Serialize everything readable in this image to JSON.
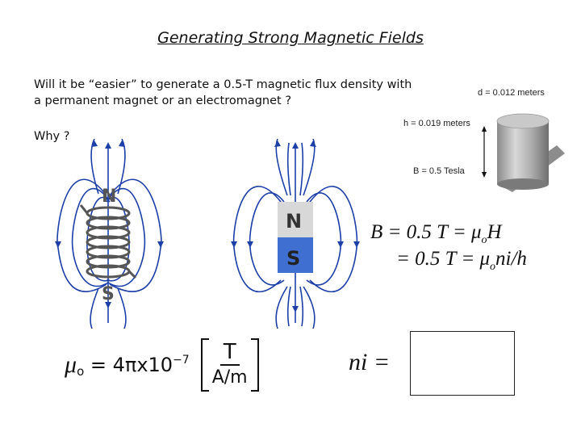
{
  "slide": {
    "title": "Generating Strong Magnetic Fields",
    "question": "Will it be “easier” to generate a 0.5-T magnetic flux density with a permanent magnet or an electromagnet ?",
    "why": "Why ?"
  },
  "coil_diagram": {
    "north_label": "N",
    "south_label": "S"
  },
  "magnet_diagram": {
    "north_label": "N",
    "south_label": "S"
  },
  "magnet_photo": {
    "d_label": "d = 0.012 meters",
    "h_label": "h = 0.019 meters",
    "b_label": "B = 0.5 Tesla"
  },
  "equations": {
    "line1": "B  = 0.5 T =  μ",
    "line1_sub": "o",
    "line1_tail": "H",
    "line2": "= 0.5 T = μ",
    "line2_sub": "o",
    "line2_tail": "ni/h",
    "mu": "μ",
    "mu_sub": "o",
    "mu_value": " = 4πx10",
    "mu_exp": "−7",
    "unit_num": "T",
    "unit_den": "A/m",
    "ni": "ni ="
  },
  "colors": {
    "field_line": "#1c3fa8",
    "north": "#d8d8d8",
    "south": "#3f6fd1",
    "coil": "#555555"
  }
}
